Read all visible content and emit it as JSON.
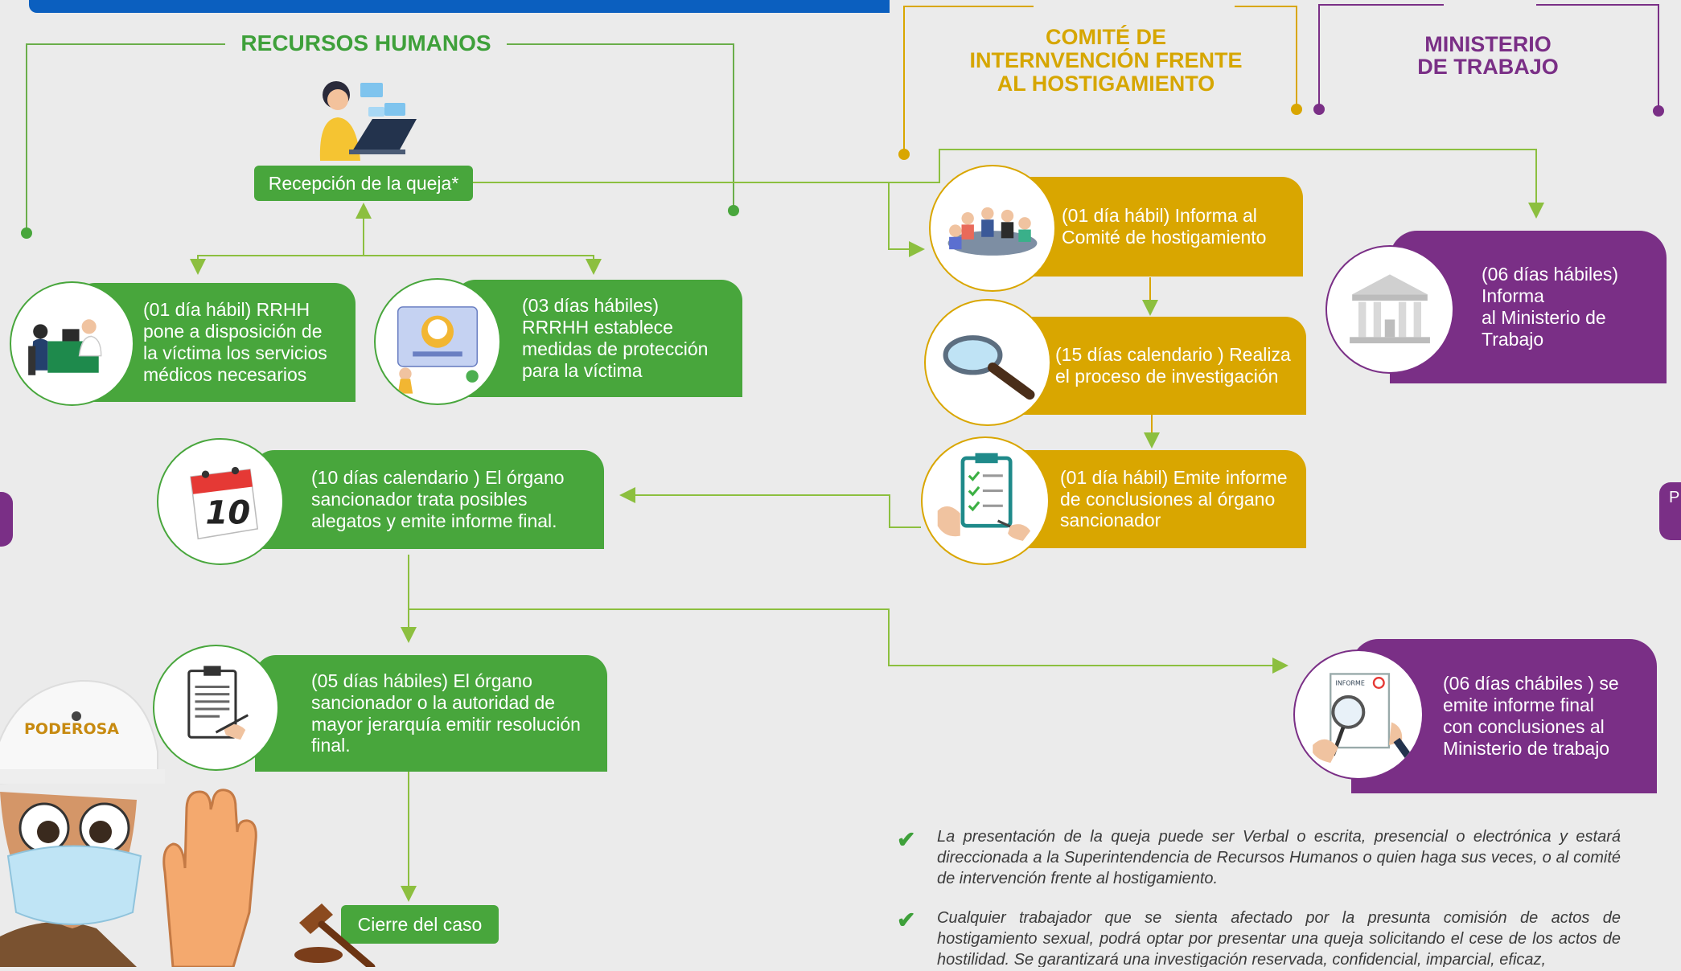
{
  "sections": {
    "rrhh_title": "RECURSOS HUMANOS",
    "comite_title_lines": [
      "COMITÉ DE",
      "INTERNVENCIÓN FRENTE",
      "AL HOSTIGAMIENTO"
    ],
    "ministerio_title_lines": [
      "MINISTERIO",
      "DE TRABAJO"
    ]
  },
  "steps": {
    "reception": "Recepción de la queja*",
    "medical_lines": [
      "(01 día hábil) RRHH",
      "pone a disposición de",
      "la víctima los servicios",
      "médicos necesarios"
    ],
    "protection_lines": [
      "(03 días hábiles)",
      "RRRHH establece",
      "medidas de protección",
      "para la víctima"
    ],
    "inform_committee_lines": [
      "(01 día hábil) Informa al",
      "Comité de hostigamiento"
    ],
    "investigation_lines": [
      "(15 días calendario ) Realiza",
      "el proceso de investigación"
    ],
    "conclusions_report_lines": [
      "(01 día hábil) Emite informe",
      "de conclusiones al órgano",
      "sancionador"
    ],
    "final_report_lines": [
      "(10 días calendario ) El órgano",
      "sancionador trata posibles",
      "alegatos y emite informe final."
    ],
    "resolution_lines": [
      "(05 días hábiles) El órgano",
      "sancionador o la autoridad de",
      "mayor jerarquía emitir resolución",
      "final."
    ],
    "case_closure": "Cierre del caso",
    "inform_ministry_lines": [
      "(06 días hábiles)",
      "Informa",
      "al Ministerio de",
      "Trabajo"
    ],
    "final_ministry_report_lines": [
      "(06 días chábiles ) se",
      "emite informe final",
      "con conclusiones al",
      "Ministerio de trabajo"
    ]
  },
  "notes": [
    "La presentación de la queja puede ser Verbal o escrita, presencial o electrónica y estará direccionada a la Superintendencia de Recursos Humanos o quien haga sus veces, o al comité de intervención frente al hostigamiento.",
    "Cualquier trabajador que se sienta afectado por la presunta comisión de actos de hostigamiento sexual, podrá optar por presentar una queja solicitando el cese de los actos de hostilidad. Se garantizará una investigación reservada, confidencial, imparcial, eficaz,"
  ],
  "mascot": {
    "helmet_text": "PODEROSA"
  },
  "calendar": {
    "day": "10"
  },
  "report_label": "INFORME",
  "edge_tab": "P",
  "icons": {
    "check": "check-icon",
    "telework": "woman-laptop-icon",
    "medical": "doctor-desk-icon",
    "protection": "protection-screen-icon",
    "meeting": "meeting-table-icon",
    "magnifier": "magnifier-icon",
    "clipboard": "clipboard-checklist-icon",
    "calendar": "calendar-icon",
    "resolution": "signing-document-icon",
    "gavel": "gavel-icon",
    "ministry": "government-building-icon",
    "report": "report-magnifier-icon"
  },
  "colors": {
    "green": "#48a63c",
    "yellow": "#d9a600",
    "purple": "#7a2f86",
    "blue": "#0b5fbf",
    "background": "#ebebeb"
  }
}
